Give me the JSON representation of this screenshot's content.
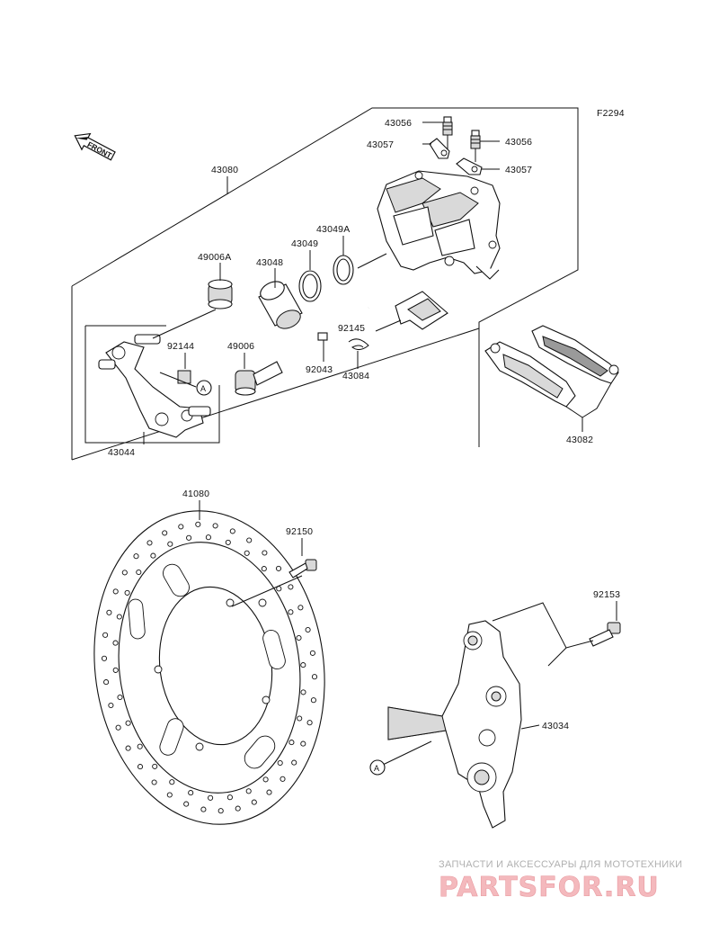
{
  "figure_code": "F2294",
  "front_label": "FRONT",
  "callout_letter": "A",
  "parts": {
    "p43056a": "43056",
    "p43056b": "43056",
    "p43057a": "43057",
    "p43057b": "43057",
    "p43080": "43080",
    "p49006a": "49006A",
    "p43048": "43048",
    "p43049": "43049",
    "p43049a": "43049A",
    "p92145": "92145",
    "p92144": "92144",
    "p49006": "49006",
    "p92043": "92043",
    "p43084": "43084",
    "p43044": "43044",
    "p43082": "43082",
    "p41080": "41080",
    "p92150": "92150",
    "p92153": "92153",
    "p43034": "43034"
  },
  "watermark": {
    "caption": "ЗАПЧАСТИ И АКСЕССУАРЫ ДЛЯ МОТОТЕХНИКИ",
    "logo": "PARTSFOR.RU"
  }
}
